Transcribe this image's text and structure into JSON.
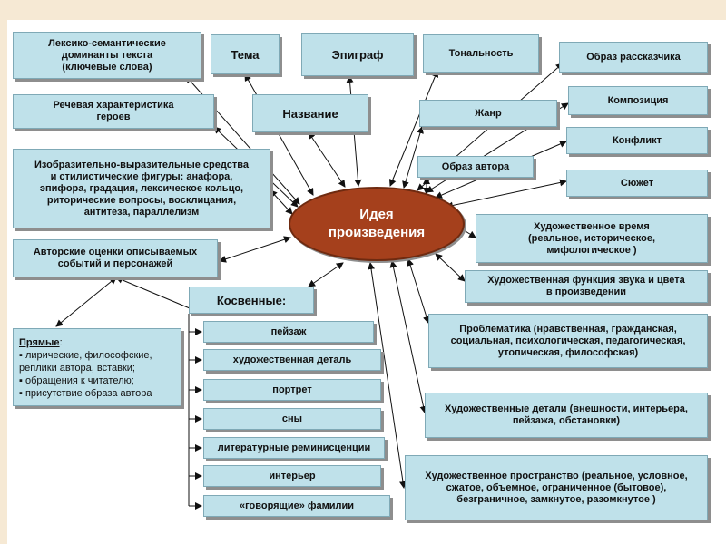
{
  "center": "Идея\nпроизведения",
  "boxes": {
    "lexical": "Лексико-семантические\nдоминанты текста\n(ключевые слова)",
    "theme": "Тема",
    "epigraph": "Эпиграф",
    "tonality": "Тональность",
    "narrator": "Образ рассказчика",
    "speech": "Речевая характеристика\nгероев",
    "title": "Название",
    "genre": "Жанр",
    "composition": "Композиция",
    "conflict": "Конфликт",
    "expressive": "Изобразительно-выразительные средства\nи стилистические фигуры: анафора,\nэпифора, градация, лексическое кольцо,\nриторические вопросы, восклицания,\nантитеза, параллелизм",
    "author_image": "Образ автора",
    "plot": "Сюжет",
    "art_time": "Художественное время\n(реальное, историческое,\nмифологическое )",
    "author_eval": "Авторские оценки описываемых\nсобытий и персонажей",
    "sound_color": "Художественная функция звука и цвета\nв произведении",
    "indirect_label": "Косвенные",
    "indirect_colon": ":",
    "problematics": "Проблематика (нравственная, гражданская,\nсоциальная, психологическая, педагогическая,\nутопическая, философская)",
    "details": "Художественные детали (внешности, интерьера,\nпейзажа, обстановки)",
    "space": "Художественное пространство (реальное, условное,\nсжатое, объемное, ограниченное (бытовое),\nбезграничное, замкнутое, разомкнутое )"
  },
  "direct": {
    "label": "Прямые",
    "colon": ":",
    "items": [
      "лирические, философские,\nреплики автора, вставки;",
      "обращения к читателю;",
      "присутствие образа автора"
    ]
  },
  "indirect_items": [
    "пейзаж",
    "художественная деталь",
    "портрет",
    "сны",
    "литературные реминисценции",
    "интерьер",
    "«говорящие» фамилии"
  ],
  "colors": {
    "box_fill": "#bfe1ea",
    "center_fill": "#a5401c",
    "background": "#f6e9d4"
  }
}
